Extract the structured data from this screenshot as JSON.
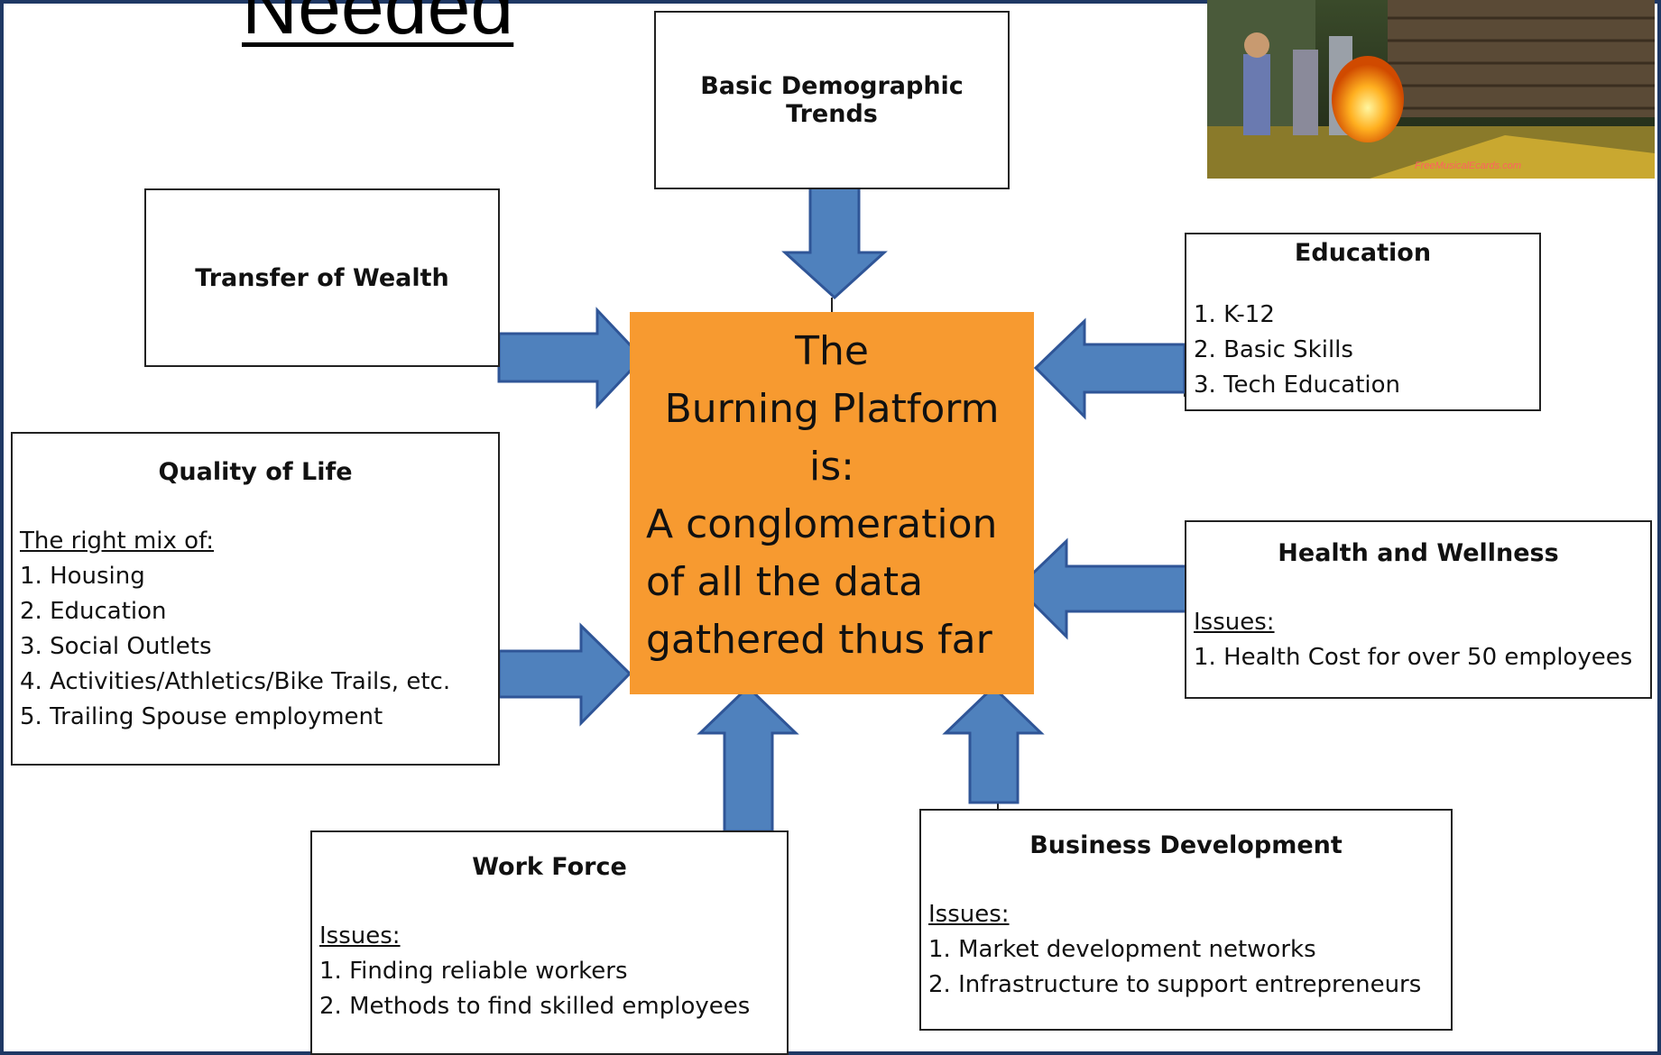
{
  "slide": {
    "title": "Needed"
  },
  "photo": {
    "watermark": "FreeMusicalEcards.com"
  },
  "center": {
    "lines_centered": [
      "The",
      "Burning Platform",
      "is:"
    ],
    "lines_left": [
      "A conglomeration",
      "of all the data",
      "gathered thus far"
    ]
  },
  "boxes": {
    "demographic": {
      "title": "Basic Demographic Trends"
    },
    "wealth": {
      "title": "Transfer of Wealth"
    },
    "education": {
      "title": "Education",
      "items": [
        "1. K-12",
        "2. Basic Skills",
        "3. Tech Education"
      ]
    },
    "quality": {
      "title": "Quality of Life",
      "subtitle": "The right mix of:",
      "items": [
        "1. Housing",
        "2. Education",
        "3. Social Outlets",
        "4. Activities/Athletics/Bike Trails, etc.",
        "5. Trailing Spouse employment"
      ]
    },
    "health": {
      "title": "Health and Wellness",
      "subtitle": "Issues:",
      "items": [
        "1. Health Cost for over 50 employees"
      ]
    },
    "workforce": {
      "title": "Work Force",
      "subtitle": "Issues:",
      "items": [
        "1. Finding reliable workers",
        "2. Methods to find skilled employees"
      ]
    },
    "business": {
      "title": "Business Development",
      "subtitle": "Issues:",
      "items": [
        "1. Market development networks",
        "2. Infrastructure to support entrepreneurs"
      ]
    }
  },
  "colors": {
    "arrow_fill": "#4f81bd",
    "arrow_stroke": "#2f5597",
    "center_fill": "#f79a30",
    "frame": "#1f3864"
  }
}
